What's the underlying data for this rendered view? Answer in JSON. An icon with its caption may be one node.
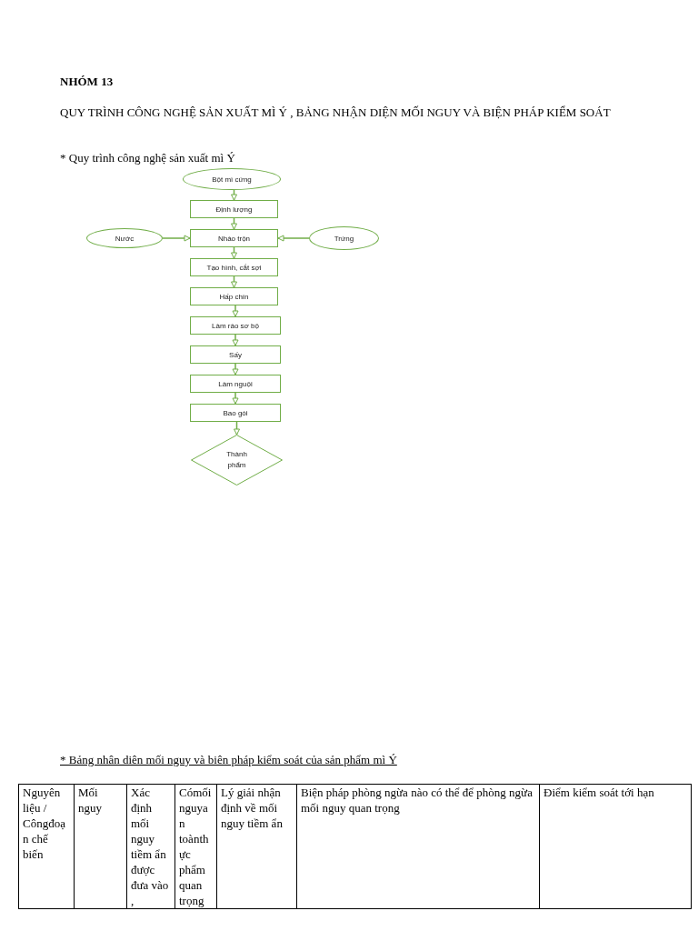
{
  "diagram": {
    "title": "QUY TRÌNH CÔNG NGHỆ SẢN XUẤT MÌ Ý , BẢNG NHẬN DIỆN MỐI NGUY VÀ BIỆN PHÁP KIỂM SOÁT",
    "nodes": [
      {
        "text": [
          "Bột mì cứng"
        ]
      },
      {
        "text": [
          "Định lượng"
        ]
      },
      {
        "text": [
          "Nước"
        ]
      },
      {
        "text": [
          "Nhào trộn"
        ]
      },
      {
        "text": [
          "Trứng"
        ]
      },
      {
        "text": [
          "Tạo hình, cắt sợi"
        ]
      },
      {
        "text": [
          "Hấp chín"
        ]
      },
      {
        "text": [
          "Làm ráo sơ bộ"
        ]
      },
      {
        "text": [
          "Sấy"
        ]
      },
      {
        "text": [
          "Làm nguội"
        ]
      },
      {
        "text": [
          "Bao gói"
        ]
      },
      {
        "text": [
          "Thành phẩm"
        ]
      }
    ],
    "edges": [
      {
        "from": 0,
        "to": 1,
        "arrow": "to"
      },
      {
        "from": 1,
        "to": 3,
        "arrow": "to"
      },
      {
        "from": 2,
        "to": 3,
        "arrow": "to"
      },
      {
        "from": 4,
        "to": 3,
        "arrow": "to"
      },
      {
        "from": 3,
        "to": 5,
        "arrow": "to"
      },
      {
        "from": 5,
        "to": 6,
        "arrow": "to"
      },
      {
        "from": 6,
        "to": 7,
        "arrow": "to"
      },
      {
        "from": 7,
        "to": 8,
        "arrow": "to"
      },
      {
        "from": 8,
        "to": 9,
        "arrow": "to"
      },
      {
        "from": 9,
        "to": 10,
        "arrow": "to"
      },
      {
        "from": 10,
        "to": 11,
        "arrow": "to"
      }
    ],
    "labels": [
      "NHÓM 13",
      "* Quy trình công nghệ sản xuất mì Ý",
      "* Bảng nhân diên mối nguy và biên pháp kiểm soát của sản phẩm mì Ý",
      "Nguyên liệu / Côngđoạn chế biến",
      "Mối nguy",
      "Xác định mối nguy tiềm ẩn được đưa vào ,",
      "Cómối nguyan toànthực phẩm quan trọng",
      "Lý giải nhận định về mối nguy tiềm ẩn",
      "Biện pháp phòng ngừa nào có thể để phòng ngừa mối nguy quan trọng",
      "Điểm kiểm soát tới hạn"
    ]
  }
}
